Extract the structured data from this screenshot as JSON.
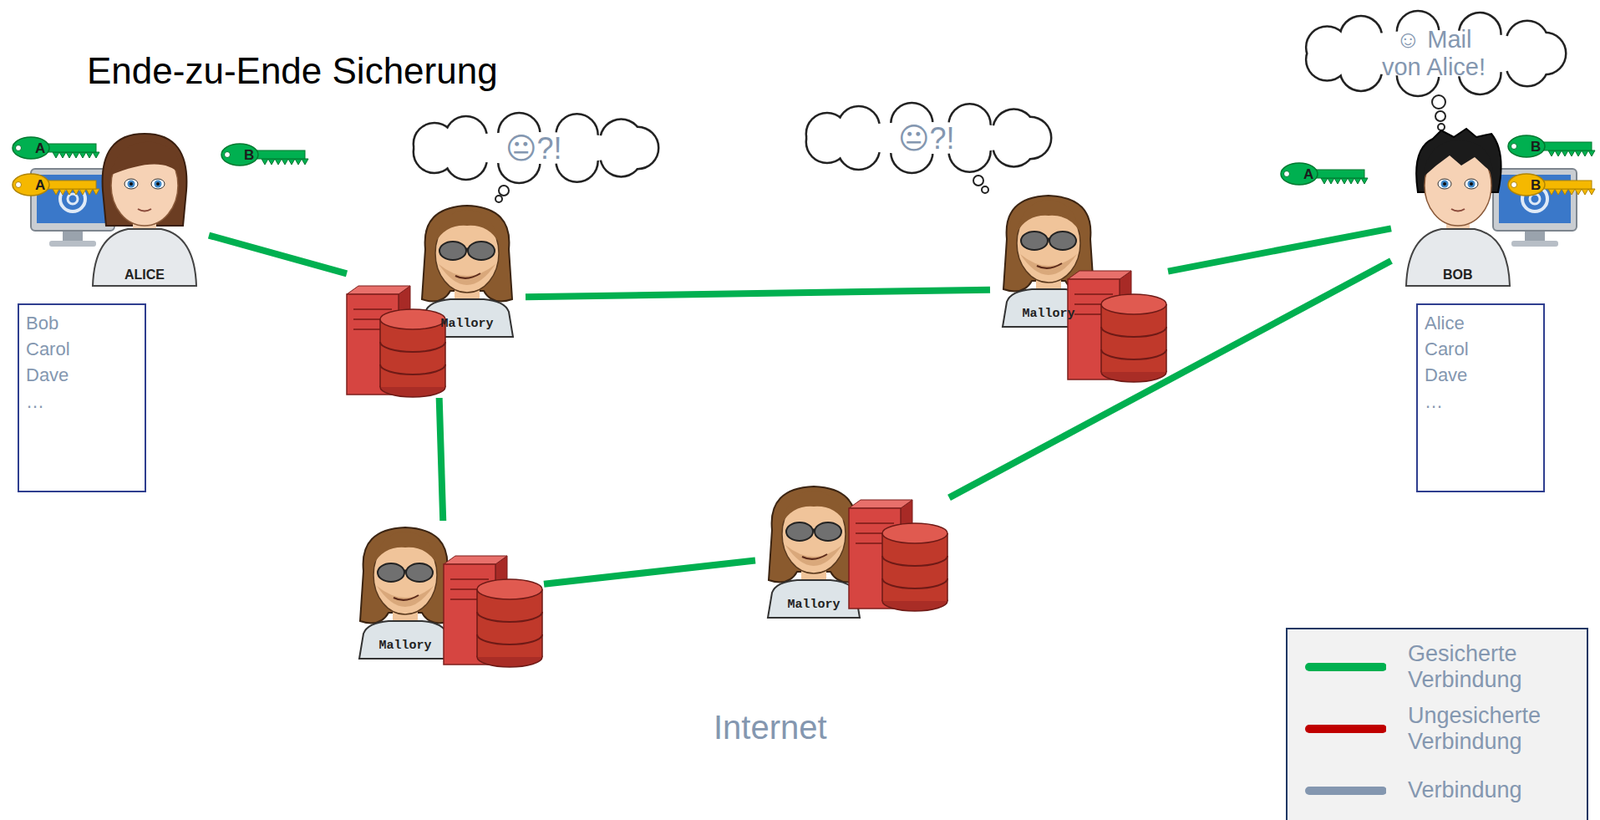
{
  "diagram": {
    "title": "Ende-zu-Ende Sicherung",
    "nodes": [
      {
        "text": [
          "ALICE"
        ]
      },
      {
        "text": [
          "Bob Carol Dave …"
        ]
      },
      {
        "text": [
          "Internet"
        ]
      },
      {
        "text": [
          "Mallory"
        ],
        "in": 2
      },
      {
        "text": [
          "Mallory"
        ],
        "in": 2
      },
      {
        "text": [
          "Mallory"
        ],
        "in": 2
      },
      {
        "text": [
          "Mallory"
        ],
        "in": 2
      },
      {
        "text": [
          "😐?!"
        ]
      },
      {
        "text": [
          "😐?!"
        ]
      },
      {
        "text": [
          "☺ Mail von Alice!"
        ]
      },
      {
        "text": [
          "BOB"
        ]
      },
      {
        "text": [
          "Alice Carol Dave …"
        ]
      }
    ],
    "edges": [
      {
        "from": 0,
        "to": 3,
        "arrow": "none"
      },
      {
        "from": 3,
        "to": 4,
        "arrow": "none"
      },
      {
        "from": 3,
        "to": 5,
        "arrow": "none"
      },
      {
        "from": 5,
        "to": 6,
        "arrow": "none"
      },
      {
        "from": 6,
        "to": 10,
        "arrow": "none"
      },
      {
        "from": 4,
        "to": 10,
        "arrow": "none"
      }
    ],
    "labels": [
      "A",
      "A",
      "B",
      "A",
      "B",
      "B"
    ],
    "legend": [
      {
        "text": "Gesicherte Verbindung",
        "color": "#00b050"
      },
      {
        "text": "Ungesicherte Verbindung",
        "color": "#c00000"
      },
      {
        "text": "Verbindung",
        "color": "#8497b0"
      }
    ]
  }
}
